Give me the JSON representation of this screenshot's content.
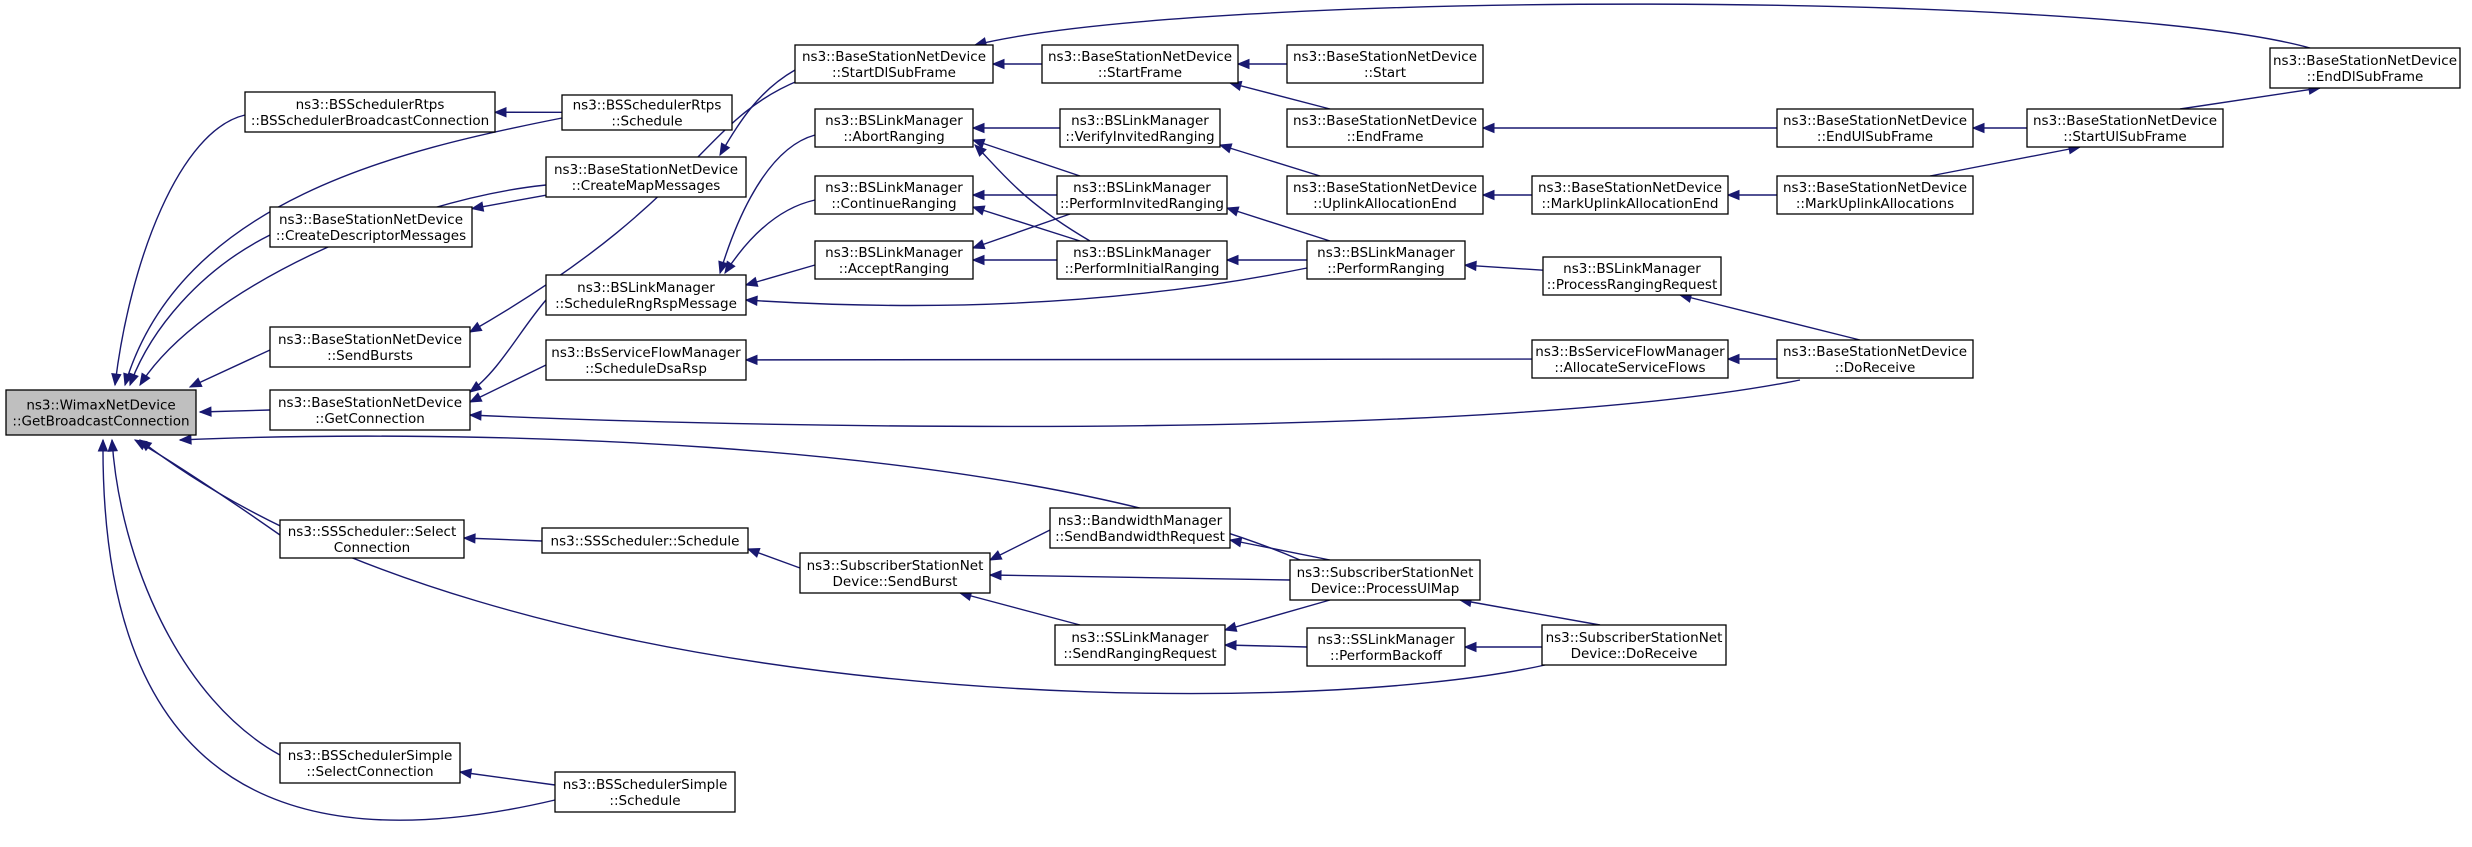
{
  "diagram": {
    "type": "call-graph",
    "root": "ns3::WimaxNetDevice::GetBroadcastConnection",
    "nodes": [
      {
        "id": "root",
        "lines": [
          "ns3::WimaxNetDevice",
          "::GetBroadcastConnection"
        ]
      },
      {
        "id": "bsrtps_bcast",
        "lines": [
          "ns3::BSSchedulerRtps",
          "::BSSchedulerBroadcastConnection"
        ]
      },
      {
        "id": "bsrtps_sched",
        "lines": [
          "ns3::BSSchedulerRtps",
          "::Schedule"
        ]
      },
      {
        "id": "bsnd_createdesc",
        "lines": [
          "ns3::BaseStationNetDevice",
          "::CreateDescriptorMessages"
        ]
      },
      {
        "id": "bsnd_createmap",
        "lines": [
          "ns3::BaseStationNetDevice",
          "::CreateMapMessages"
        ]
      },
      {
        "id": "bsnd_sendbursts",
        "lines": [
          "ns3::BaseStationNetDevice",
          "::SendBursts"
        ]
      },
      {
        "id": "bsnd_getconn",
        "lines": [
          "ns3::BaseStationNetDevice",
          "::GetConnection"
        ]
      },
      {
        "id": "bslm_schedrng",
        "lines": [
          "ns3::BSLinkManager",
          "::ScheduleRngRspMessage"
        ]
      },
      {
        "id": "bssfm_dsarsp",
        "lines": [
          "ns3::BsServiceFlowManager",
          "::ScheduleDsaRsp"
        ]
      },
      {
        "id": "bsnd_startdl",
        "lines": [
          "ns3::BaseStationNetDevice",
          "::StartDlSubFrame"
        ]
      },
      {
        "id": "bsnd_startframe",
        "lines": [
          "ns3::BaseStationNetDevice",
          "::StartFrame"
        ]
      },
      {
        "id": "bsnd_start",
        "lines": [
          "ns3::BaseStationNetDevice",
          "::Start"
        ]
      },
      {
        "id": "bsnd_endframe",
        "lines": [
          "ns3::BaseStationNetDevice",
          "::EndFrame"
        ]
      },
      {
        "id": "bsnd_enddl",
        "lines": [
          "ns3::BaseStationNetDevice",
          "::EndDlSubFrame"
        ]
      },
      {
        "id": "bslm_abort",
        "lines": [
          "ns3::BSLinkManager",
          "::AbortRanging"
        ]
      },
      {
        "id": "bslm_continue",
        "lines": [
          "ns3::BSLinkManager",
          "::ContinueRanging"
        ]
      },
      {
        "id": "bslm_accept",
        "lines": [
          "ns3::BSLinkManager",
          "::AcceptRanging"
        ]
      },
      {
        "id": "bslm_verify",
        "lines": [
          "ns3::BSLinkManager",
          "::VerifyInvitedRanging"
        ]
      },
      {
        "id": "bslm_perfinv",
        "lines": [
          "ns3::BSLinkManager",
          "::PerformInvitedRanging"
        ]
      },
      {
        "id": "bslm_perfinit",
        "lines": [
          "ns3::BSLinkManager",
          "::PerformInitialRanging"
        ]
      },
      {
        "id": "bsnd_uplinkend",
        "lines": [
          "ns3::BaseStationNetDevice",
          "::UplinkAllocationEnd"
        ]
      },
      {
        "id": "bslm_perfrng",
        "lines": [
          "ns3::BSLinkManager",
          "::PerformRanging"
        ]
      },
      {
        "id": "bsnd_endul",
        "lines": [
          "ns3::BaseStationNetDevice",
          "::EndUlSubFrame"
        ]
      },
      {
        "id": "bsnd_startul",
        "lines": [
          "ns3::BaseStationNetDevice",
          "::StartUlSubFrame"
        ]
      },
      {
        "id": "bsnd_markend",
        "lines": [
          "ns3::BaseStationNetDevice",
          "::MarkUplinkAllocationEnd"
        ]
      },
      {
        "id": "bsnd_markalloc",
        "lines": [
          "ns3::BaseStationNetDevice",
          "::MarkUplinkAllocations"
        ]
      },
      {
        "id": "bslm_procrng",
        "lines": [
          "ns3::BSLinkManager",
          "::ProcessRangingRequest"
        ]
      },
      {
        "id": "bssfm_alloc",
        "lines": [
          "ns3::BsServiceFlowManager",
          "::AllocateServiceFlows"
        ]
      },
      {
        "id": "bsnd_doreceive",
        "lines": [
          "ns3::BaseStationNetDevice",
          "::DoReceive"
        ]
      },
      {
        "id": "sss_select",
        "lines": [
          "ns3::SSScheduler::Select",
          "Connection"
        ]
      },
      {
        "id": "sss_sched",
        "lines": [
          "ns3::SSScheduler::Schedule"
        ]
      },
      {
        "id": "ssnd_sendburst",
        "lines": [
          "ns3::SubscriberStationNet",
          "Device::SendBurst"
        ]
      },
      {
        "id": "bwm_sendbw",
        "lines": [
          "ns3::BandwidthManager",
          "::SendBandwidthRequest"
        ]
      },
      {
        "id": "sslm_sendrng",
        "lines": [
          "ns3::SSLinkManager",
          "::SendRangingRequest"
        ]
      },
      {
        "id": "ssnd_procul",
        "lines": [
          "ns3::SubscriberStationNet",
          "Device::ProcessUlMap"
        ]
      },
      {
        "id": "sslm_backoff",
        "lines": [
          "ns3::SSLinkManager",
          "::PerformBackoff"
        ]
      },
      {
        "id": "ssnd_doreceive",
        "lines": [
          "ns3::SubscriberStationNet",
          "Device::DoReceive"
        ]
      },
      {
        "id": "bssimple_select",
        "lines": [
          "ns3::BSSchedulerSimple",
          "::SelectConnection"
        ]
      },
      {
        "id": "bssimple_sched",
        "lines": [
          "ns3::BSSchedulerSimple",
          "::Schedule"
        ]
      }
    ],
    "edges": [
      [
        "bsrtps_bcast",
        "root"
      ],
      [
        "bsrtps_sched",
        "root"
      ],
      [
        "bsnd_createdesc",
        "root"
      ],
      [
        "bsnd_createmap",
        "root"
      ],
      [
        "bsnd_sendbursts",
        "root"
      ],
      [
        "bsnd_getconn",
        "root"
      ],
      [
        "sss_select",
        "root"
      ],
      [
        "bssimple_select",
        "root"
      ],
      [
        "bssimple_sched",
        "root"
      ],
      [
        "ssnd_procul",
        "root"
      ],
      [
        "ssnd_doreceive",
        "root"
      ],
      [
        "bsrtps_sched",
        "bsrtps_bcast"
      ],
      [
        "bsnd_createmap",
        "bsnd_createdesc"
      ],
      [
        "bsnd_startdl",
        "bsnd_createmap"
      ],
      [
        "bsnd_startdl",
        "bsnd_sendbursts"
      ],
      [
        "bslm_schedrng",
        "bsnd_getconn"
      ],
      [
        "bssfm_dsarsp",
        "bsnd_getconn"
      ],
      [
        "bsnd_doreceive",
        "bsnd_getconn"
      ],
      [
        "bslm_abort",
        "bslm_schedrng"
      ],
      [
        "bslm_continue",
        "bslm_schedrng"
      ],
      [
        "bslm_accept",
        "bslm_schedrng"
      ],
      [
        "bslm_perfrng",
        "bslm_schedrng"
      ],
      [
        "bsnd_startframe",
        "bsnd_startdl"
      ],
      [
        "bsnd_enddl",
        "bsnd_startdl"
      ],
      [
        "bsnd_start",
        "bsnd_startframe"
      ],
      [
        "bsnd_endframe",
        "bsnd_startframe"
      ],
      [
        "bsnd_endul",
        "bsnd_endframe"
      ],
      [
        "bsnd_startul",
        "bsnd_enddl"
      ],
      [
        "bsnd_startul",
        "bsnd_endul"
      ],
      [
        "bsnd_markalloc",
        "bsnd_startul"
      ],
      [
        "bsnd_markalloc",
        "bsnd_markend"
      ],
      [
        "bsnd_markend",
        "bsnd_uplinkend"
      ],
      [
        "bsnd_uplinkend",
        "bslm_verify"
      ],
      [
        "bslm_verify",
        "bslm_abort"
      ],
      [
        "bslm_perfinv",
        "bslm_abort"
      ],
      [
        "bslm_perfinit",
        "bslm_abort"
      ],
      [
        "bslm_perfinv",
        "bslm_continue"
      ],
      [
        "bslm_perfinit",
        "bslm_continue"
      ],
      [
        "bslm_perfinv",
        "bslm_accept"
      ],
      [
        "bslm_perfinit",
        "bslm_accept"
      ],
      [
        "bslm_perfrng",
        "bslm_perfinv"
      ],
      [
        "bslm_perfrng",
        "bslm_perfinit"
      ],
      [
        "bslm_procrng",
        "bslm_perfrng"
      ],
      [
        "bsnd_doreceive",
        "bslm_procrng"
      ],
      [
        "bssfm_alloc",
        "bssfm_dsarsp"
      ],
      [
        "bsnd_doreceive",
        "bssfm_alloc"
      ],
      [
        "sss_sched",
        "sss_select"
      ],
      [
        "ssnd_sendburst",
        "sss_sched"
      ],
      [
        "bwm_sendbw",
        "ssnd_sendburst"
      ],
      [
        "ssnd_procul",
        "ssnd_sendburst"
      ],
      [
        "sslm_sendrng",
        "ssnd_sendburst"
      ],
      [
        "ssnd_procul",
        "bwm_sendbw"
      ],
      [
        "ssnd_doreceive",
        "ssnd_procul"
      ],
      [
        "ssnd_procul",
        "sslm_sendrng"
      ],
      [
        "sslm_backoff",
        "sslm_sendrng"
      ],
      [
        "ssnd_doreceive",
        "sslm_backoff"
      ],
      [
        "bssimple_sched",
        "bssimple_select"
      ]
    ]
  },
  "colors": {
    "edge": "#191970",
    "node_border": "#000000",
    "node_fill": "#ffffff",
    "root_fill": "#bfbfbf"
  }
}
